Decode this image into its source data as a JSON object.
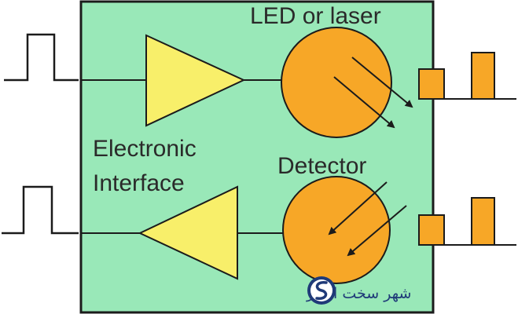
{
  "labels": {
    "led": "LED or laser",
    "detector": "Detector",
    "interface_line1": "Electronic",
    "interface_line2": "Interface"
  },
  "watermark": {
    "text": "شهر سخت افزار",
    "icon": "s-logo-icon"
  },
  "colors": {
    "board": "#99e8b8",
    "board_stroke": "#1b1b1b",
    "amplifier": "#f8ef6a",
    "circle": "#f7a727",
    "pulse_fill": "#f7a727",
    "line": "#1b1b1b",
    "watermark": "#1f3a78"
  },
  "icons": {
    "transmit_amplifier": "triangle-right-icon",
    "receive_amplifier": "triangle-left-icon",
    "led": "circle-icon",
    "detector": "circle-icon",
    "light_rays": "arrow-icon"
  }
}
